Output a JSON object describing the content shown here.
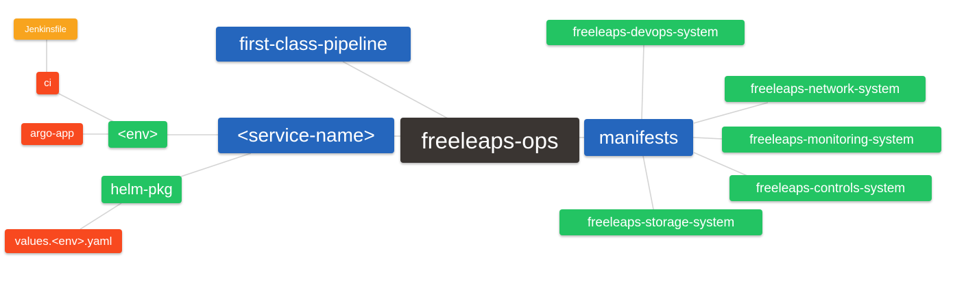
{
  "diagram": {
    "type": "mindmap",
    "root_label": "freeleaps-ops",
    "palette": {
      "blue": "#2566bd",
      "green": "#23c463",
      "red": "#f8491f",
      "orange": "#f8a41e",
      "dark": "#3a3532",
      "node_text": "#ffffff",
      "edge": "#d4d4d4",
      "background": "#ffffff"
    },
    "nodes": {
      "jenkinsfile": {
        "label": "Jenkinsfile",
        "color": "orange"
      },
      "ci": {
        "label": "ci",
        "color": "red"
      },
      "argo_app": {
        "label": "argo-app",
        "color": "red"
      },
      "env": {
        "label": "<env>",
        "color": "green"
      },
      "helm_pkg": {
        "label": "helm-pkg",
        "color": "green"
      },
      "values_env_yaml": {
        "label": "values.<env>.yaml",
        "color": "red"
      },
      "first_class_pipeline": {
        "label": "first-class-pipeline",
        "color": "blue"
      },
      "service_name": {
        "label": "<service-name>",
        "color": "blue"
      },
      "freeleaps_ops": {
        "label": "freeleaps-ops",
        "color": "dark"
      },
      "manifests": {
        "label": "manifests",
        "color": "blue"
      },
      "devops_system": {
        "label": "freeleaps-devops-system",
        "color": "green"
      },
      "network_system": {
        "label": "freeleaps-network-system",
        "color": "green"
      },
      "monitoring_system": {
        "label": "freeleaps-monitoring-system",
        "color": "green"
      },
      "controls_system": {
        "label": "freeleaps-controls-system",
        "color": "green"
      },
      "storage_system": {
        "label": "freeleaps-storage-system",
        "color": "green"
      }
    },
    "edges": [
      {
        "from": "jenkinsfile",
        "to": "ci"
      },
      {
        "from": "ci",
        "to": "env"
      },
      {
        "from": "argo_app",
        "to": "env"
      },
      {
        "from": "env",
        "to": "service_name"
      },
      {
        "from": "helm_pkg",
        "to": "service_name"
      },
      {
        "from": "values_env_yaml",
        "to": "helm_pkg"
      },
      {
        "from": "service_name",
        "to": "freeleaps_ops"
      },
      {
        "from": "first_class_pipeline",
        "to": "freeleaps_ops"
      },
      {
        "from": "freeleaps_ops",
        "to": "manifests"
      },
      {
        "from": "manifests",
        "to": "devops_system"
      },
      {
        "from": "manifests",
        "to": "network_system"
      },
      {
        "from": "manifests",
        "to": "monitoring_system"
      },
      {
        "from": "manifests",
        "to": "controls_system"
      },
      {
        "from": "manifests",
        "to": "storage_system"
      }
    ]
  }
}
